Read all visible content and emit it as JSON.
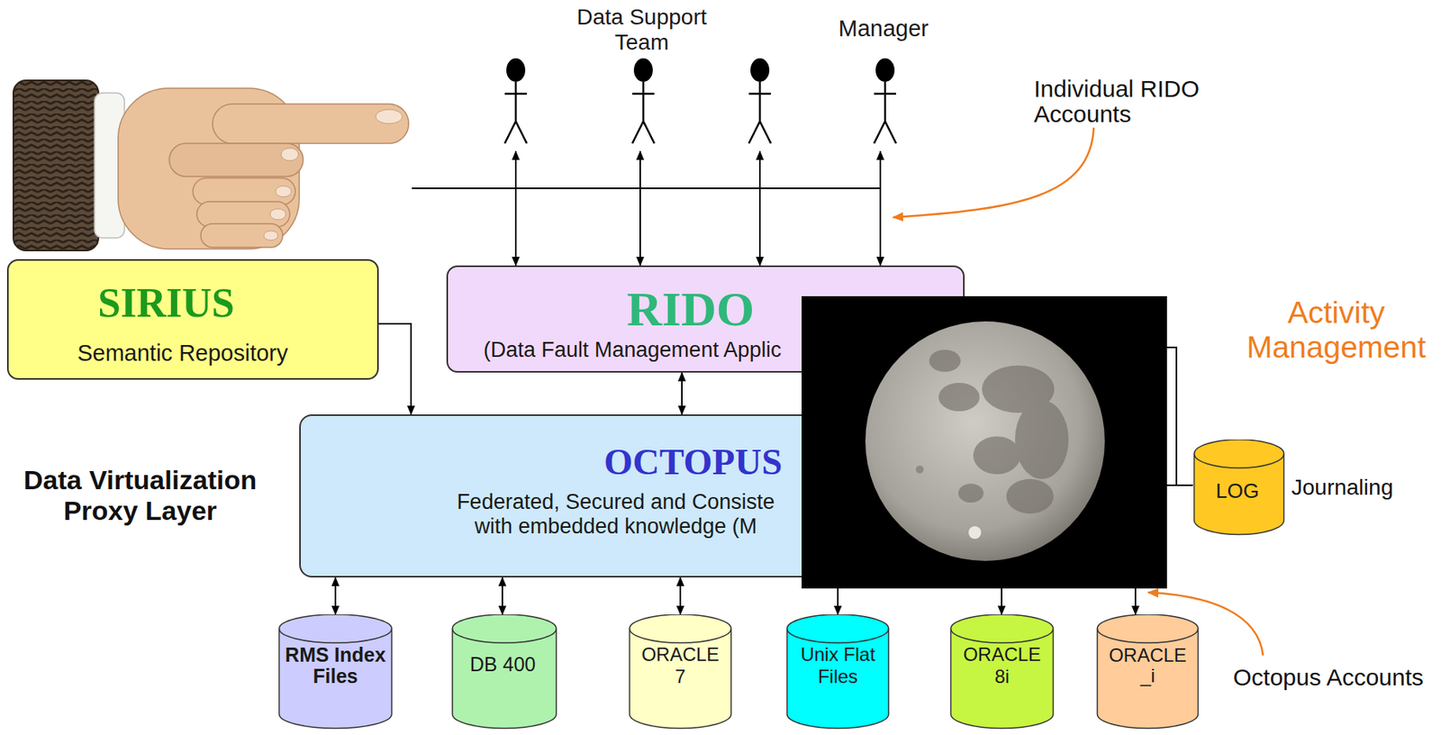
{
  "diagram": {
    "nodes": [
      {
        "text": [
          "Data Support Team"
        ]
      },
      {
        "text": [
          "Manager"
        ]
      },
      {
        "text": [
          "SIRIUS",
          "Semantic Repository"
        ]
      },
      {
        "text": [
          "RIDO",
          "(Data Fault Management Applic"
        ]
      },
      {
        "text": [
          "OCTOPUS",
          "Federated, Secured and Consiste with embedded knowledge (M"
        ]
      },
      {
        "text": [
          "LOG"
        ]
      },
      {
        "text": [
          "RMS Index Files"
        ]
      },
      {
        "text": [
          "DB 400"
        ]
      },
      {
        "text": [
          "ORACLE 7"
        ]
      },
      {
        "text": [
          "Unix Flat Files"
        ]
      },
      {
        "text": [
          "ORACLE 8i"
        ]
      },
      {
        "text": [
          "ORACLE _i"
        ]
      }
    ],
    "edges": [
      {
        "from": 0,
        "to": 3,
        "arrow": "both"
      },
      {
        "from": 1,
        "to": 3,
        "arrow": "both"
      },
      {
        "from": 2,
        "to": 4,
        "arrow": "to"
      },
      {
        "from": 3,
        "to": 4,
        "arrow": "both"
      },
      {
        "from": 4,
        "to": 6,
        "arrow": "both"
      },
      {
        "from": 4,
        "to": 7,
        "arrow": "both"
      },
      {
        "from": 4,
        "to": 8,
        "arrow": "both"
      },
      {
        "from": 4,
        "to": 9,
        "arrow": "to"
      },
      {
        "from": 4,
        "to": 10,
        "arrow": "to"
      },
      {
        "from": 4,
        "to": 11,
        "arrow": "to"
      },
      {
        "from": 3,
        "to": 5,
        "arrow": "none"
      },
      {
        "from": 4,
        "to": 5,
        "arrow": "none"
      }
    ],
    "labels": [
      "Individual RIDO Accounts",
      "Activity Management",
      "Journaling",
      "Data Virtualization Proxy Layer",
      "Octopus Accounts"
    ]
  }
}
